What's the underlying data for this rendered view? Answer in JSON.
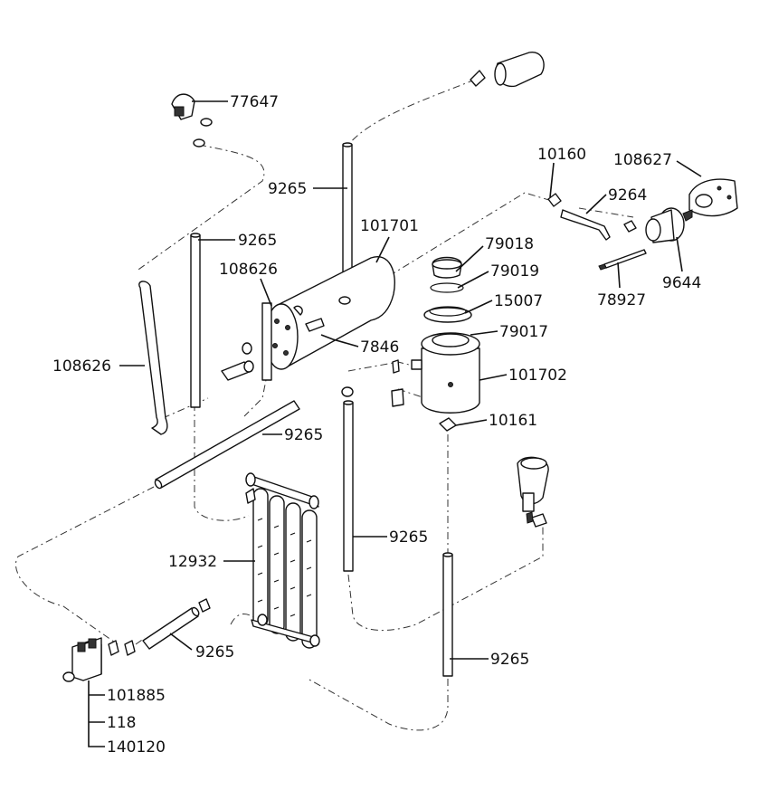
{
  "labels": {
    "p77647": "77647",
    "p9265_a": "9265",
    "p9265_b": "9265",
    "p101701": "101701",
    "p108626_a": "108626",
    "p108626_b": "108626",
    "p7846": "7846",
    "p9265_c": "9265",
    "p79018": "79018",
    "p79019": "79019",
    "p15007": "15007",
    "p79017": "79017",
    "p101702": "101702",
    "p10161": "10161",
    "p10160": "10160",
    "p9264": "9264",
    "p108627": "108627",
    "p9644": "9644",
    "p78927": "78927",
    "p12932": "12932",
    "p9265_d": "9265",
    "p9265_e": "9265",
    "p9265_f": "9265",
    "p101885": "101885",
    "p118": "118",
    "p140120": "140120"
  },
  "colors": {
    "ink": "#111111",
    "background": "#ffffff"
  }
}
